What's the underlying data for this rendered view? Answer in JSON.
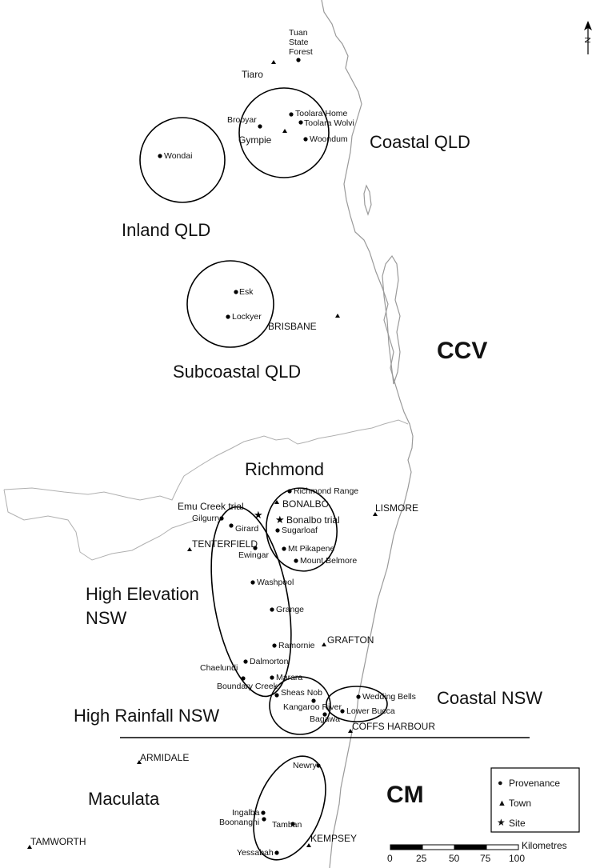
{
  "places": {
    "tuan_state_forest": "Tuan\nState\nForest",
    "tiaro": "Tiaro",
    "brooyar": "Brooyar",
    "toolara_home": "Toolara Home",
    "toolara_wolvi": "Toolara Wolvi",
    "gympie": "Gympie",
    "woondum": "Woondum",
    "wondai": "Wondai",
    "esk": "Esk",
    "lockyer": "Lockyer",
    "brisbane": "BRISBANE",
    "richmond_range": "Richmond Range",
    "bonalbo": "BONALBO",
    "emu_creek_trial": "Emu Creek trial",
    "bonalbo_trial": "Bonalbo trial",
    "gilgurry": "Gilgurry",
    "girard": "Girard",
    "sugarloaf": "Sugarloaf",
    "lismore": "LISMORE",
    "tenterfield": "TENTERFIELD",
    "ewingar": "Ewingar",
    "mt_pikapene": "Mt Pikapene",
    "mount_belmore": "Mount Belmore",
    "washpool": "Washpool",
    "grange": "Grange",
    "ramornie": "Ramornie",
    "grafton": "GRAFTON",
    "dalmorton": "Dalmorton",
    "chaelundi": "Chaelundi",
    "marara": "Marara",
    "boundary_creek": "Boundary Creek",
    "sheas_nob": "Sheas Nob",
    "kangaroo_river": "Kangaroo River",
    "bagawa": "Bagawa",
    "wedding_bells": "Wedding Bells",
    "lower_bucca": "Lower Bucca",
    "coffs_harbour": "COFFS HARBOUR",
    "armidale": "ARMIDALE",
    "newry": "Newry",
    "ingalba": "Ingalba",
    "boonanghi": "Boonanghi",
    "tamban": "Tamban",
    "yessabah": "Yessabah",
    "kempsey": "KEMPSEY",
    "tamworth": "TAMWORTH"
  },
  "regions": {
    "coastal_qld": "Coastal QLD",
    "inland_qld": "Inland QLD",
    "subcoastal_qld": "Subcoastal QLD",
    "richmond": "Richmond",
    "high_elevation_nsw_line1": "High Elevation",
    "high_elevation_nsw_line2": "NSW",
    "high_rainfall_nsw": "High Rainfall NSW",
    "coastal_nsw": "Coastal NSW",
    "maculata": "Maculata"
  },
  "zones": {
    "ccv": "CCV",
    "cm": "CM"
  },
  "legend": {
    "items": [
      {
        "symbol": "●",
        "label": "Provenance"
      },
      {
        "symbol": "▲",
        "label": "Town"
      },
      {
        "symbol": "★",
        "label": "Site"
      }
    ]
  },
  "scale_bar": {
    "unit": "Kilometres",
    "ticks": [
      "0",
      "25",
      "50",
      "75",
      "100"
    ]
  },
  "north_arrow": {
    "label": "N"
  }
}
